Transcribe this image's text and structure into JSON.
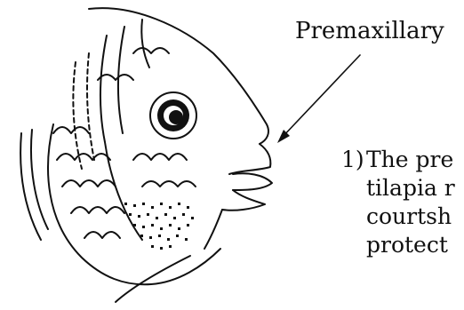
{
  "label": "Premaxillary",
  "caption": {
    "number": "1)",
    "lines": [
      "The pre",
      "tilapia r",
      "courtsh",
      "protect"
    ]
  },
  "colors": {
    "ink": "#111111",
    "background": "#ffffff"
  }
}
